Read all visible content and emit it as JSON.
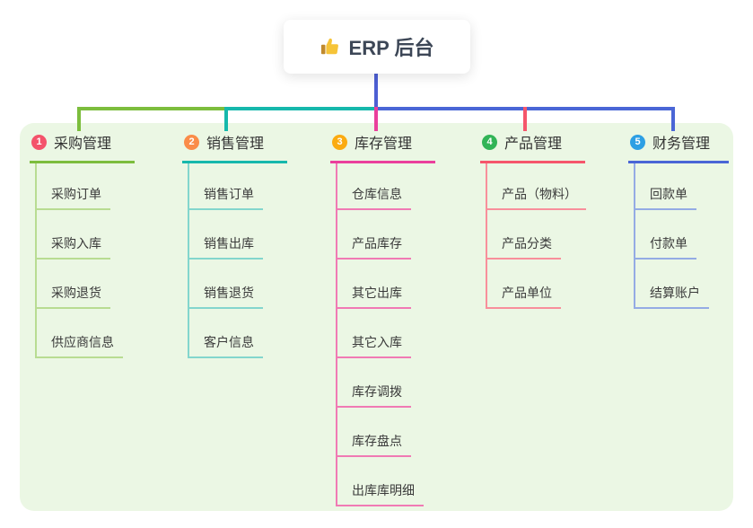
{
  "root": {
    "label": "ERP 后台",
    "icon": "thumbs-up-icon"
  },
  "branches": [
    {
      "index": "1",
      "label": "采购管理",
      "items": [
        "采购订单",
        "采购入库",
        "采购退货",
        "供应商信息"
      ]
    },
    {
      "index": "2",
      "label": "销售管理",
      "items": [
        "销售订单",
        "销售出库",
        "销售退货",
        "客户信息"
      ]
    },
    {
      "index": "3",
      "label": "库存管理",
      "items": [
        "仓库信息",
        "产品库存",
        "其它出库",
        "其它入库",
        "库存调拨",
        "库存盘点",
        "出库库明细"
      ]
    },
    {
      "index": "4",
      "label": "产品管理",
      "items": [
        "产品（物料）",
        "产品分类",
        "产品单位"
      ]
    },
    {
      "index": "5",
      "label": "财务管理",
      "items": [
        "回款单",
        "付款单",
        "结算账户"
      ]
    }
  ],
  "colors": {
    "container-bg": "#ebf7e4",
    "root-line": "#4d5fd3",
    "b1-badge": "#f4536b",
    "b1-line": "#7cbd3d",
    "b1-subline": "#b8dc92",
    "b2-badge": "#fa8c49",
    "b2-line": "#16b8ac",
    "b2-subline": "#83d6cd",
    "b3-badge": "#fbab11",
    "b3-line": "#ea3f9c",
    "b3-subline": "#f07ab4",
    "b4-badge": "#32b457",
    "b4-line": "#f5566b",
    "b4-subline": "#f88f9b",
    "b5-badge": "#2d9fe4",
    "b5-line": "#4a66d6",
    "b5-subline": "#94abe4"
  }
}
